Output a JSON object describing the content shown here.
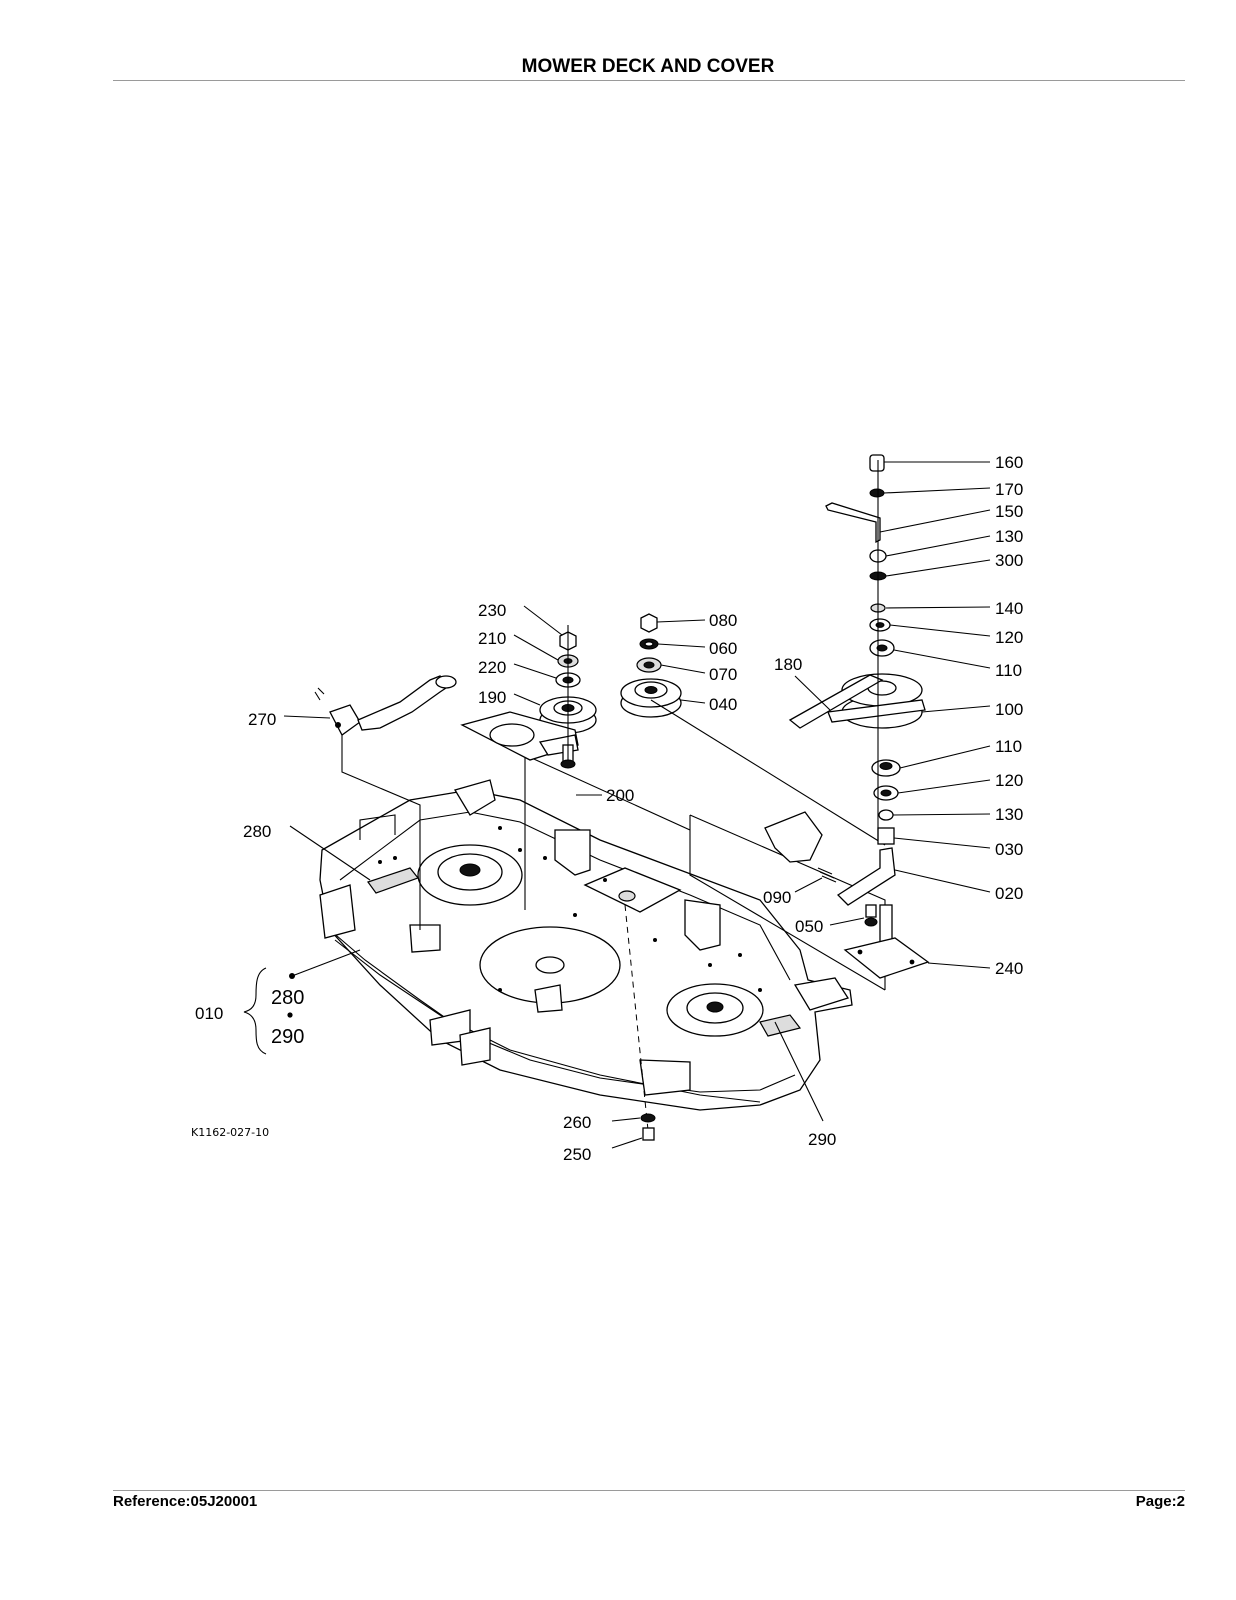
{
  "header": {
    "title": "MOWER DECK AND COVER"
  },
  "diagram": {
    "figure_code": "K1162-027-10",
    "callouts": {
      "c160": "160",
      "c170": "170",
      "c150": "150",
      "c130a": "130",
      "c300": "300",
      "c140": "140",
      "c120a": "120",
      "c110a": "110",
      "c100": "100",
      "c110b": "110",
      "c120b": "120",
      "c130b": "130",
      "c030": "030",
      "c020": "020",
      "c240": "240",
      "c180": "180",
      "c090": "090",
      "c050": "050",
      "c080": "080",
      "c060": "060",
      "c070": "070",
      "c040": "040",
      "c230": "230",
      "c210": "210",
      "c220": "220",
      "c190": "190",
      "c200": "200",
      "c270": "270",
      "c280": "280",
      "c010": "010",
      "c280b": "280",
      "c290b": "290",
      "c260": "260",
      "c250": "250",
      "c290": "290"
    }
  },
  "footer": {
    "reference": "Reference:05J20001",
    "page": "Page:2"
  }
}
